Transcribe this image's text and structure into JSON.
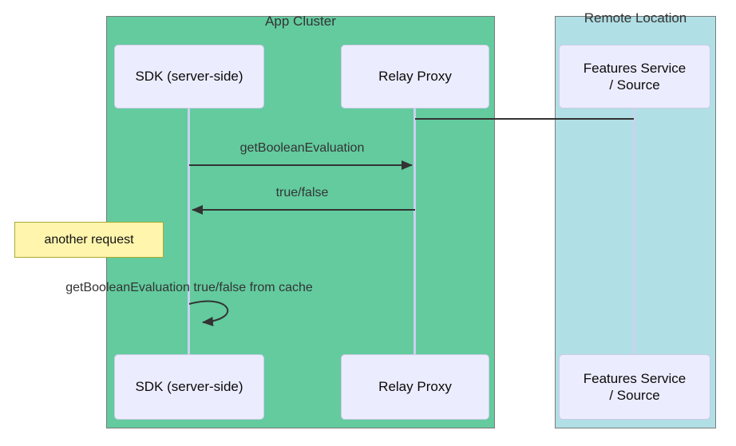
{
  "diagram": {
    "groups": {
      "app_cluster": {
        "title": "App Cluster",
        "fill": "#63CB9E"
      },
      "remote_location": {
        "title": "Remote Location",
        "fill": "#B0DFE5"
      }
    },
    "actors": {
      "sdk": {
        "label": "SDK (server-side)"
      },
      "relay": {
        "label": "Relay Proxy"
      },
      "features": {
        "label_line1": "Features Service",
        "label_line2": "/ Source"
      }
    },
    "messages": {
      "get_boolean_evaluation": {
        "label": "getBooleanEvaluation",
        "from": "SDK (server-side)",
        "to": "Relay Proxy"
      },
      "true_false": {
        "label": "true/false",
        "from": "Relay Proxy",
        "to": "SDK (server-side)"
      },
      "cache_self_call": {
        "label": "getBooleanEvaluation true/false from cache",
        "from": "SDK (server-side)",
        "to": "SDK (server-side)"
      },
      "relay_to_features_link": {
        "label": "",
        "from": "Relay Proxy",
        "to": "Features Service / Source"
      }
    },
    "note": {
      "label": "another request",
      "fill": "#FFF5AD",
      "border": "#AAAA33"
    },
    "colors": {
      "message_line": "#333333",
      "lifeline": "#CBD1EE",
      "actor_fill": "#ECECFF",
      "actor_border": "#CCCCE6",
      "group_border": "#7b7b7b"
    }
  }
}
